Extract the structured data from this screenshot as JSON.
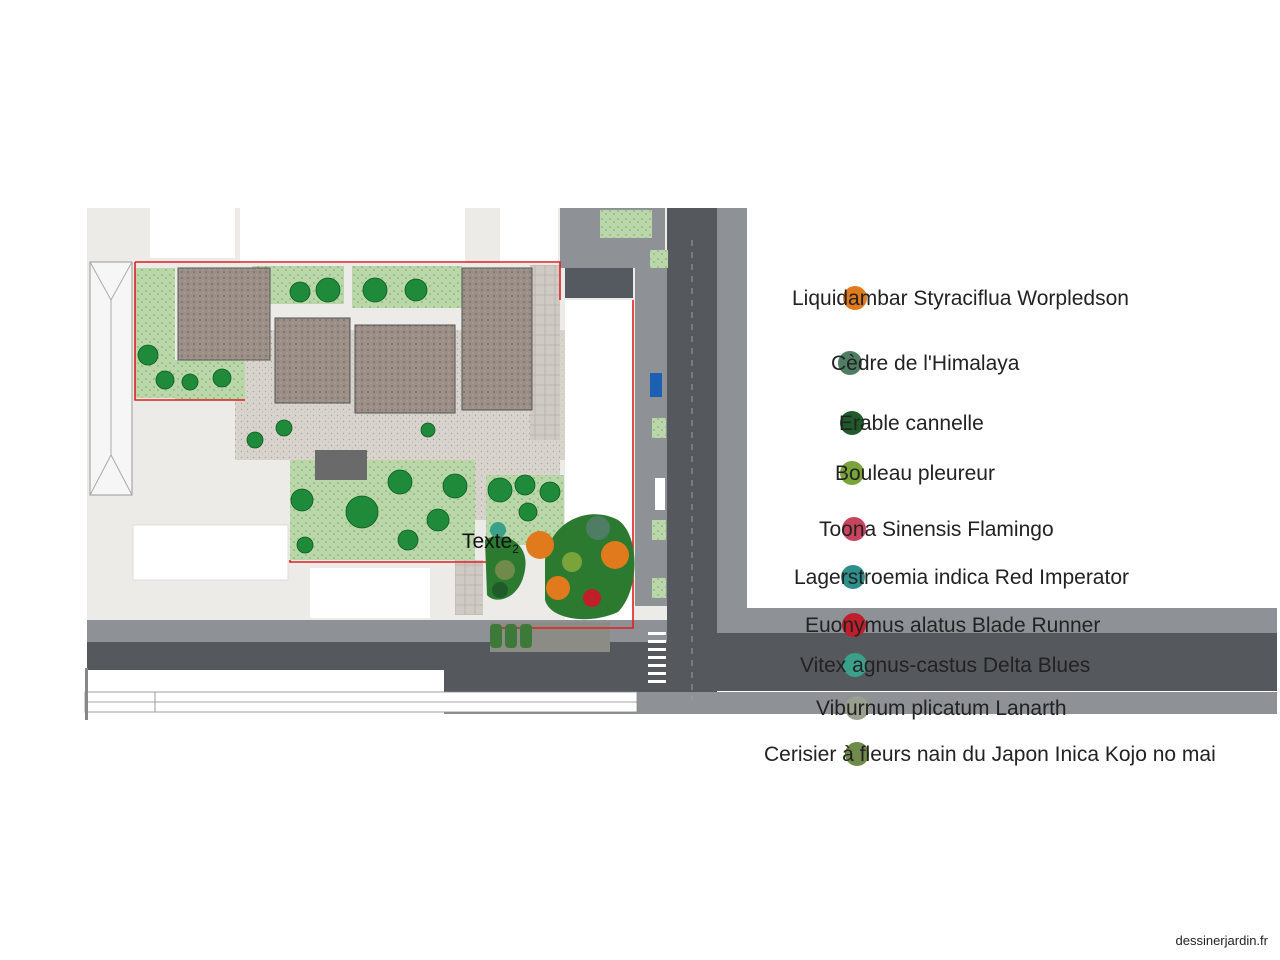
{
  "site": {
    "plan_text_label": "Texte",
    "plan_text_sub": "2",
    "watermark": "dessinerjardin.fr"
  },
  "legend": [
    {
      "label": "Liquidambar Styraciflua Worpledson",
      "color": "#e07a1c"
    },
    {
      "label": "Cèdre de l'Himalaya",
      "color": "#4f7d64"
    },
    {
      "label": "Erable cannelle",
      "color": "#1f5a2b"
    },
    {
      "label": "Bouleau pleureur",
      "color": "#7aa33a"
    },
    {
      "label": "Toona Sinensis Flamingo",
      "color": "#c7445e"
    },
    {
      "label": "Lagerstroemia indica Red Imperator",
      "color": "#2f8f8a"
    },
    {
      "label": "Euonymus alatus Blade Runner",
      "color": "#c01e2a"
    },
    {
      "label": "Vitex agnus-castus Delta Blues",
      "color": "#3aa08a"
    },
    {
      "label": "Viburnum plicatum Lanarth",
      "color": "#9aa08e"
    },
    {
      "label": "Cerisier à fleurs nain du Japon Inica Kojo no mai",
      "color": "#6f8a4a"
    }
  ]
}
